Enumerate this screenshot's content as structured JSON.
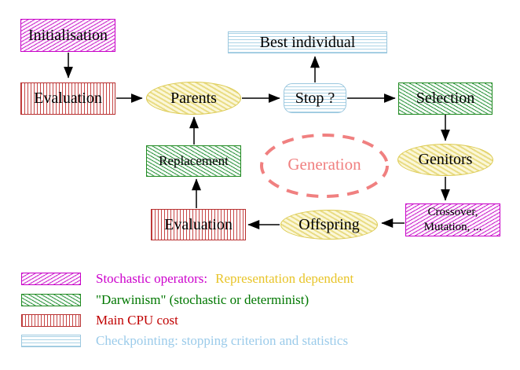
{
  "nodes": {
    "initialisation": "Initialisation",
    "evaluation_top": "Evaluation",
    "parents": "Parents",
    "best_individual": "Best individual",
    "stop": "Stop ?",
    "selection": "Selection",
    "genitors": "Genitors",
    "crossover_line1": "Crossover,",
    "crossover_line2": "Mutation, ...",
    "offspring": "Offspring",
    "evaluation_bottom": "Evaluation",
    "replacement": "Replacement",
    "generation": "Generation"
  },
  "legend": {
    "items": [
      {
        "swatch": "magenta-diagonal-hatch",
        "parts": [
          {
            "text": "Stochastic operators:",
            "color": "#CC00CC"
          },
          {
            "text": "Representation dependent",
            "color": "#E8C428"
          }
        ]
      },
      {
        "swatch": "green-diagonal-hatch",
        "parts": [
          {
            "text": "\"Darwinism\" (stochastic or determinist)",
            "color": "#007700"
          }
        ]
      },
      {
        "swatch": "red-vertical-lines",
        "parts": [
          {
            "text": "Main CPU cost",
            "color": "#C00000"
          }
        ]
      },
      {
        "swatch": "blue-horizontal-lines",
        "parts": [
          {
            "text": "Checkpointing: stopping criterion and statistics",
            "color": "#9BCBEA"
          }
        ]
      }
    ]
  },
  "colors": {
    "magenta": "#CC00CC",
    "green": "#228B22",
    "red": "#BB2222",
    "light_blue": "#9CC8DF",
    "yellow_border": "#DCCA50",
    "yellow_fill": "#FBF7D8",
    "salmon": "#F08080",
    "arrow": "#000000",
    "background": "#FFFFFF"
  }
}
